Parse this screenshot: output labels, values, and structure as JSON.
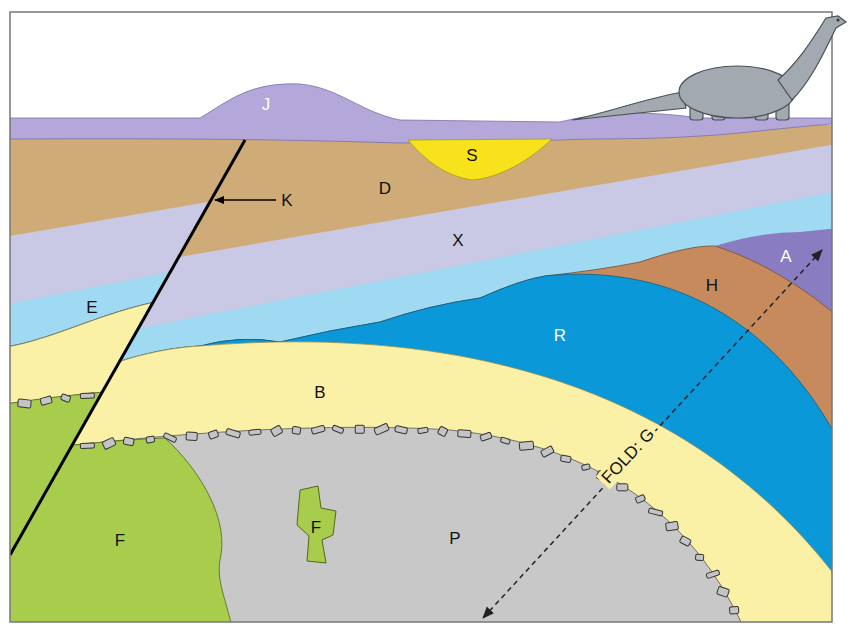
{
  "diagram": {
    "labels": [
      "J",
      "S",
      "K",
      "D",
      "X",
      "E",
      "B",
      "R",
      "H",
      "A",
      "F",
      "F",
      "P",
      "FOLD: G"
    ]
  }
}
